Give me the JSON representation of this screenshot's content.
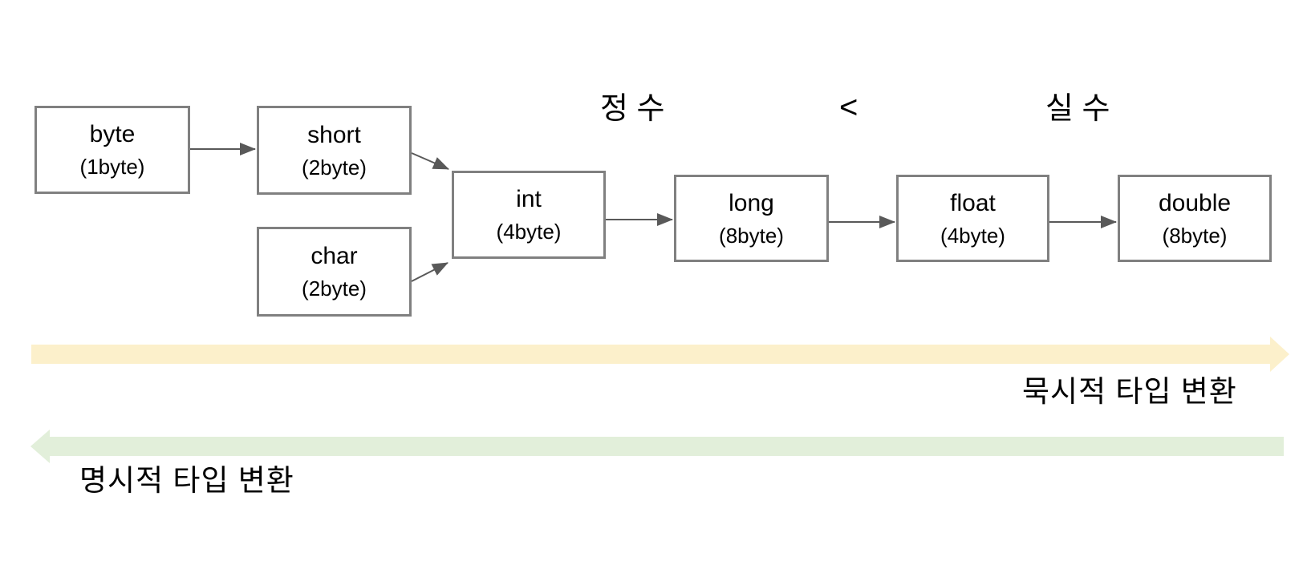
{
  "diagram": {
    "headers": {
      "integer_group_label": "정 수",
      "comparison_symbol": "<",
      "real_group_label": "실 수"
    },
    "nodes": [
      {
        "id": "byte",
        "name": "byte",
        "size": "(1byte)"
      },
      {
        "id": "short",
        "name": "short",
        "size": "(2byte)"
      },
      {
        "id": "char",
        "name": "char",
        "size": "(2byte)"
      },
      {
        "id": "int",
        "name": "int",
        "size": "(4byte)"
      },
      {
        "id": "long",
        "name": "long",
        "size": "(8byte)"
      },
      {
        "id": "float",
        "name": "float",
        "size": "(4byte)"
      },
      {
        "id": "double",
        "name": "double",
        "size": "(8byte)"
      }
    ],
    "edges": [
      {
        "from": "byte",
        "to": "short"
      },
      {
        "from": "short",
        "to": "int"
      },
      {
        "from": "char",
        "to": "int"
      },
      {
        "from": "int",
        "to": "long"
      },
      {
        "from": "long",
        "to": "float"
      },
      {
        "from": "float",
        "to": "double"
      }
    ],
    "implicit_conversion": {
      "label": "묵시적 타입 변환",
      "direction": "right",
      "color": "#FCF0CB"
    },
    "explicit_conversion": {
      "label": "명시적 타입 변환",
      "direction": "left",
      "color": "#E2EFDA"
    },
    "colors": {
      "box_border": "#808080",
      "connector": "#595959",
      "text": "#000000",
      "background": "#ffffff"
    }
  }
}
